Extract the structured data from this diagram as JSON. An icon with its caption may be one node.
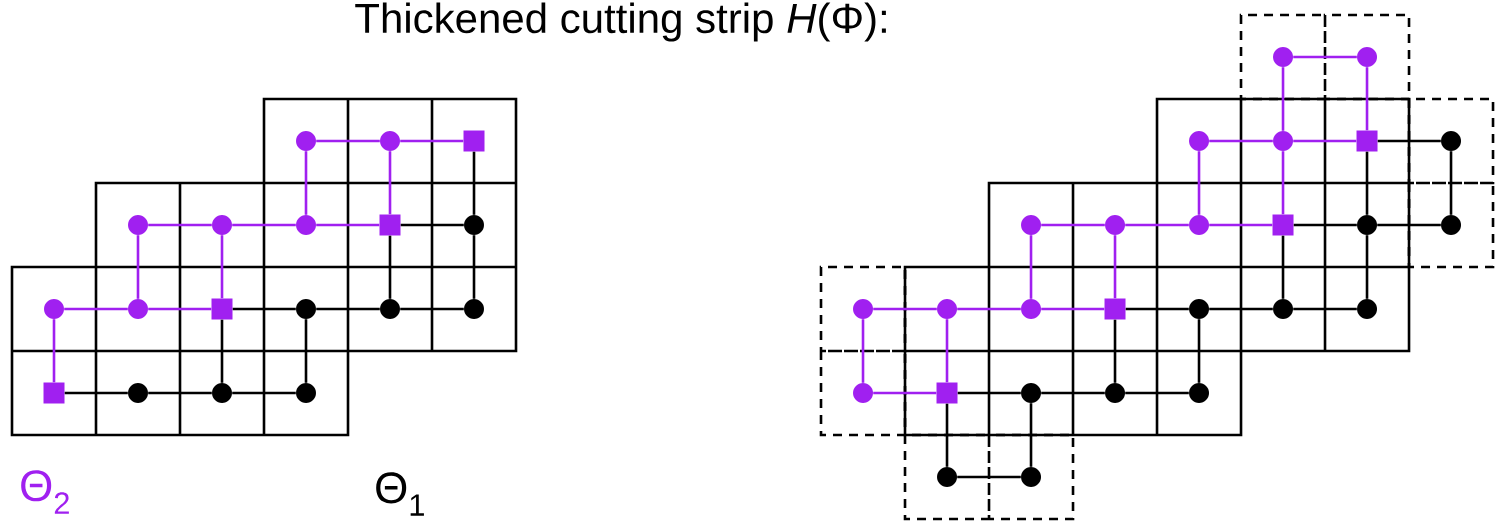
{
  "diagram": {
    "title": "Thickened cutting strip *H*(Φ):",
    "nodes": [
      {
        "text": [],
        "shape": "circle"
      },
      {
        "text": [],
        "shape": "circle"
      },
      {
        "text": [],
        "shape": "square"
      },
      {
        "text": [],
        "shape": "circle"
      },
      {
        "text": [],
        "shape": "circle"
      },
      {
        "text": [],
        "shape": "circle"
      },
      {
        "text": [],
        "shape": "square"
      },
      {
        "text": [],
        "shape": "circle"
      },
      {
        "text": [],
        "shape": "circle"
      },
      {
        "text": [],
        "shape": "circle"
      },
      {
        "text": [],
        "shape": "square"
      },
      {
        "text": [],
        "shape": "circle"
      },
      {
        "text": [],
        "shape": "circle"
      },
      {
        "text": [],
        "shape": "circle"
      },
      {
        "text": [],
        "shape": "square"
      },
      {
        "text": [],
        "shape": "circle"
      },
      {
        "text": [],
        "shape": "circle"
      },
      {
        "text": [],
        "shape": "circle"
      },
      {
        "text": [],
        "shape": "circle"
      },
      {
        "text": [],
        "shape": "circle"
      },
      {
        "text": [],
        "shape": "circle"
      },
      {
        "text": [],
        "shape": "circle"
      },
      {
        "text": [],
        "shape": "square"
      },
      {
        "text": [],
        "shape": "circle"
      },
      {
        "text": [],
        "shape": "circle"
      },
      {
        "text": [],
        "shape": "circle"
      },
      {
        "text": [],
        "shape": "circle"
      },
      {
        "text": [],
        "shape": "square"
      },
      {
        "text": [],
        "shape": "circle"
      },
      {
        "text": [],
        "shape": "circle"
      },
      {
        "text": [],
        "shape": "circle"
      },
      {
        "text": [],
        "shape": "circle"
      },
      {
        "text": [],
        "shape": "circle"
      },
      {
        "text": [],
        "shape": "square"
      },
      {
        "text": [],
        "shape": "circle"
      },
      {
        "text": [],
        "shape": "circle"
      },
      {
        "text": [],
        "shape": "circle"
      },
      {
        "text": [],
        "shape": "circle"
      },
      {
        "text": [],
        "shape": "square"
      },
      {
        "text": [],
        "shape": "circle"
      },
      {
        "text": [],
        "shape": "circle"
      },
      {
        "text": [],
        "shape": "circle"
      },
      {
        "text": [],
        "shape": "circle"
      },
      {
        "text": [],
        "shape": "circle"
      }
    ],
    "edges": [
      {
        "from": 14,
        "to": 8,
        "arrow": "none",
        "color": "#a020f0"
      },
      {
        "from": 8,
        "to": 9,
        "arrow": "none",
        "color": "#a020f0"
      },
      {
        "from": 9,
        "to": 10,
        "arrow": "none",
        "color": "#a020f0"
      },
      {
        "from": 9,
        "to": 3,
        "arrow": "none",
        "color": "#a020f0"
      },
      {
        "from": 3,
        "to": 4,
        "arrow": "none",
        "color": "#a020f0"
      },
      {
        "from": 4,
        "to": 10,
        "arrow": "none",
        "color": "#a020f0"
      },
      {
        "from": 4,
        "to": 5,
        "arrow": "none",
        "color": "#a020f0"
      },
      {
        "from": 5,
        "to": 6,
        "arrow": "none",
        "color": "#a020f0"
      },
      {
        "from": 5,
        "to": 0,
        "arrow": "none",
        "color": "#a020f0"
      },
      {
        "from": 0,
        "to": 1,
        "arrow": "none",
        "color": "#a020f0"
      },
      {
        "from": 1,
        "to": 2,
        "arrow": "none",
        "color": "#a020f0"
      },
      {
        "from": 1,
        "to": 6,
        "arrow": "none",
        "color": "#a020f0"
      },
      {
        "from": 14,
        "to": 15,
        "arrow": "none",
        "color": "#000000"
      },
      {
        "from": 15,
        "to": 16,
        "arrow": "none",
        "color": "#000000"
      },
      {
        "from": 16,
        "to": 17,
        "arrow": "none",
        "color": "#000000"
      },
      {
        "from": 16,
        "to": 10,
        "arrow": "none",
        "color": "#000000"
      },
      {
        "from": 17,
        "to": 11,
        "arrow": "none",
        "color": "#000000"
      },
      {
        "from": 10,
        "to": 11,
        "arrow": "none",
        "color": "#000000"
      },
      {
        "from": 11,
        "to": 12,
        "arrow": "none",
        "color": "#000000"
      },
      {
        "from": 12,
        "to": 13,
        "arrow": "none",
        "color": "#000000"
      },
      {
        "from": 12,
        "to": 6,
        "arrow": "none",
        "color": "#000000"
      },
      {
        "from": 6,
        "to": 7,
        "arrow": "none",
        "color": "#000000"
      },
      {
        "from": 7,
        "to": 13,
        "arrow": "none",
        "color": "#000000"
      },
      {
        "from": 2,
        "to": 7,
        "arrow": "none",
        "color": "#000000"
      },
      {
        "from": 30,
        "to": 31,
        "arrow": "none",
        "color": "#a020f0"
      },
      {
        "from": 31,
        "to": 32,
        "arrow": "none",
        "color": "#a020f0"
      },
      {
        "from": 32,
        "to": 33,
        "arrow": "none",
        "color": "#a020f0"
      },
      {
        "from": 30,
        "to": 37,
        "arrow": "none",
        "color": "#a020f0"
      },
      {
        "from": 37,
        "to": 38,
        "arrow": "none",
        "color": "#a020f0"
      },
      {
        "from": 31,
        "to": 38,
        "arrow": "none",
        "color": "#a020f0"
      },
      {
        "from": 32,
        "to": 24,
        "arrow": "none",
        "color": "#a020f0"
      },
      {
        "from": 33,
        "to": 25,
        "arrow": "none",
        "color": "#a020f0"
      },
      {
        "from": 24,
        "to": 25,
        "arrow": "none",
        "color": "#a020f0"
      },
      {
        "from": 25,
        "to": 26,
        "arrow": "none",
        "color": "#a020f0"
      },
      {
        "from": 26,
        "to": 27,
        "arrow": "none",
        "color": "#a020f0"
      },
      {
        "from": 26,
        "to": 20,
        "arrow": "none",
        "color": "#a020f0"
      },
      {
        "from": 20,
        "to": 21,
        "arrow": "none",
        "color": "#a020f0"
      },
      {
        "from": 21,
        "to": 22,
        "arrow": "none",
        "color": "#a020f0"
      },
      {
        "from": 21,
        "to": 18,
        "arrow": "none",
        "color": "#a020f0"
      },
      {
        "from": 18,
        "to": 19,
        "arrow": "none",
        "color": "#a020f0"
      },
      {
        "from": 19,
        "to": 22,
        "arrow": "none",
        "color": "#a020f0"
      },
      {
        "from": 21,
        "to": 27,
        "arrow": "none",
        "color": "#a020f0"
      },
      {
        "from": 38,
        "to": 39,
        "arrow": "none",
        "color": "#000000"
      },
      {
        "from": 39,
        "to": 40,
        "arrow": "none",
        "color": "#000000"
      },
      {
        "from": 40,
        "to": 41,
        "arrow": "none",
        "color": "#000000"
      },
      {
        "from": 38,
        "to": 42,
        "arrow": "none",
        "color": "#000000"
      },
      {
        "from": 42,
        "to": 43,
        "arrow": "none",
        "color": "#000000"
      },
      {
        "from": 43,
        "to": 39,
        "arrow": "none",
        "color": "#000000"
      },
      {
        "from": 40,
        "to": 33,
        "arrow": "none",
        "color": "#000000"
      },
      {
        "from": 41,
        "to": 34,
        "arrow": "none",
        "color": "#000000"
      },
      {
        "from": 33,
        "to": 34,
        "arrow": "none",
        "color": "#000000"
      },
      {
        "from": 34,
        "to": 35,
        "arrow": "none",
        "color": "#000000"
      },
      {
        "from": 35,
        "to": 36,
        "arrow": "none",
        "color": "#000000"
      },
      {
        "from": 35,
        "to": 27,
        "arrow": "none",
        "color": "#000000"
      },
      {
        "from": 27,
        "to": 28,
        "arrow": "none",
        "color": "#000000"
      },
      {
        "from": 28,
        "to": 29,
        "arrow": "none",
        "color": "#000000"
      },
      {
        "from": 22,
        "to": 23,
        "arrow": "none",
        "color": "#000000"
      },
      {
        "from": 23,
        "to": 29,
        "arrow": "none",
        "color": "#000000"
      },
      {
        "from": 22,
        "to": 28,
        "arrow": "none",
        "color": "#000000"
      },
      {
        "from": 28,
        "to": 36,
        "arrow": "none",
        "color": "#000000"
      }
    ],
    "labels": [
      "Θ$_{2}$",
      "Θ$_{1}$"
    ]
  }
}
